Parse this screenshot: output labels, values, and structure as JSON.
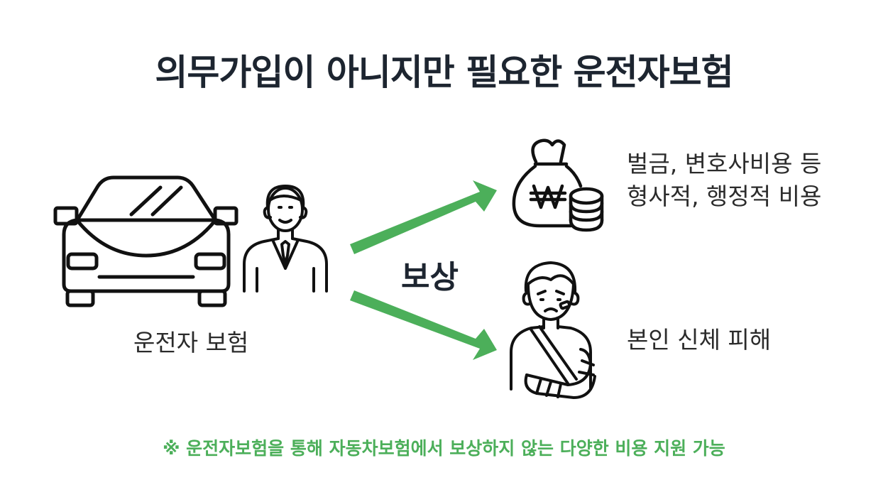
{
  "title": "의무가입이 아니지만 필요한 운전자보험",
  "left_label": "운전자 보험",
  "center_label": "보상",
  "benefit_top": {
    "line1": "벌금, 변호사비용 등",
    "line2": "형사적, 행정적 비용"
  },
  "benefit_bottom": "본인 신체 피해",
  "note": "※ 운전자보험을 통해 자동차보험에서 보상하지 않는 다양한 비용 지원 가능",
  "colors": {
    "accent": "#4caf5a",
    "ink": "#1d2530"
  },
  "icons": {
    "car": "car-icon",
    "person": "businessman-icon",
    "money": "money-bag-icon",
    "coins": "coin-stack-icon",
    "injured": "injured-person-icon",
    "arrow": "arrow-icon"
  }
}
